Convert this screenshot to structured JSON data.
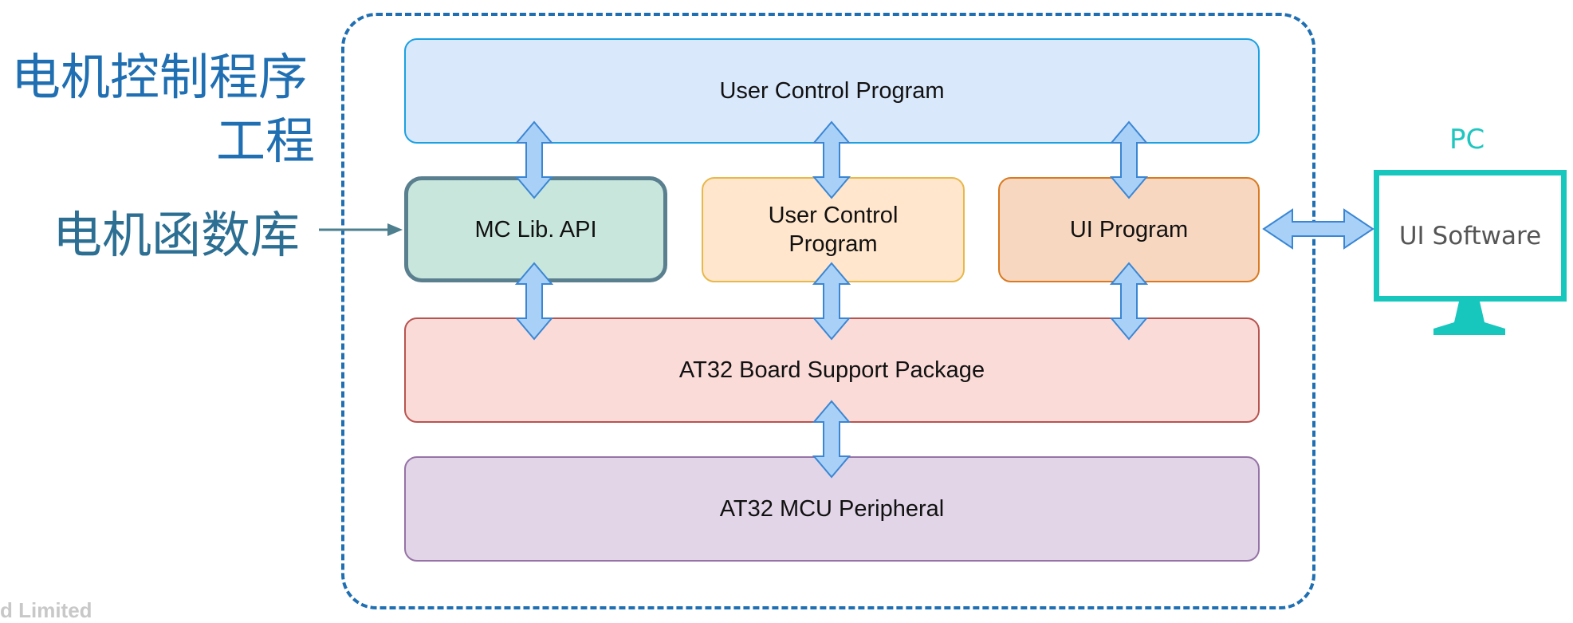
{
  "labels": {
    "project_line1": "电机控制程序",
    "project_line2": "工程",
    "motor_lib": "电机函数库"
  },
  "boxes": {
    "user_control_top": "User Control Program",
    "mc_lib_api": "MC Lib. API",
    "user_control_mid": "User Control Program",
    "ui_program": "UI Program",
    "bsp": "AT32 Board Support Package",
    "mcu": "AT32 MCU Peripheral"
  },
  "pc": {
    "label": "PC",
    "software": "UI Software"
  },
  "footer": "d Limited",
  "colors": {
    "container_border": "#1f6fb2",
    "arrow_fill": "#a9d1f7",
    "arrow_stroke": "#3a86d4",
    "monitor": "#17c7bd"
  }
}
